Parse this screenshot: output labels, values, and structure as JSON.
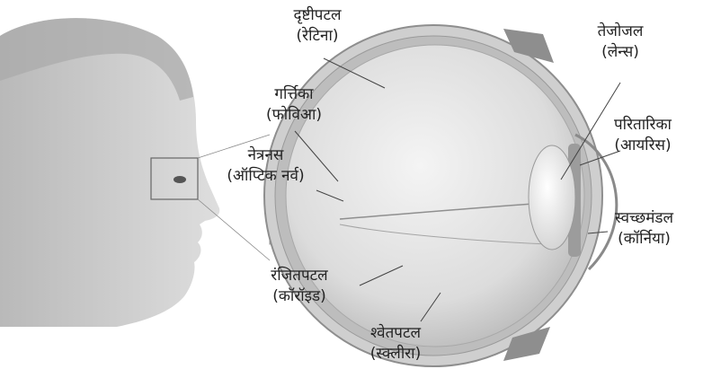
{
  "labels": {
    "retina": {
      "name": "दृष्टीपटल",
      "alt": "(रेटिना)"
    },
    "fovea": {
      "name": "गर्त्तिका",
      "alt": "(फोविआ)"
    },
    "optic_nerve": {
      "name": "नेत्रनस",
      "alt": "(ऑप्टिक नर्व)"
    },
    "choroid": {
      "name": "रंजितपटल",
      "alt": "(कॉरॉइड)"
    },
    "sclera": {
      "name": "श्वेतपटल",
      "alt": "(स्क्लीरा)"
    },
    "lens": {
      "name": "तेजोजल",
      "alt": "(लेन्स)"
    },
    "iris": {
      "name": "परितारिका",
      "alt": "(आयरिस)"
    },
    "cornea": {
      "name": "स्वच्छमंडल",
      "alt": "(कॉर्निया)"
    }
  }
}
